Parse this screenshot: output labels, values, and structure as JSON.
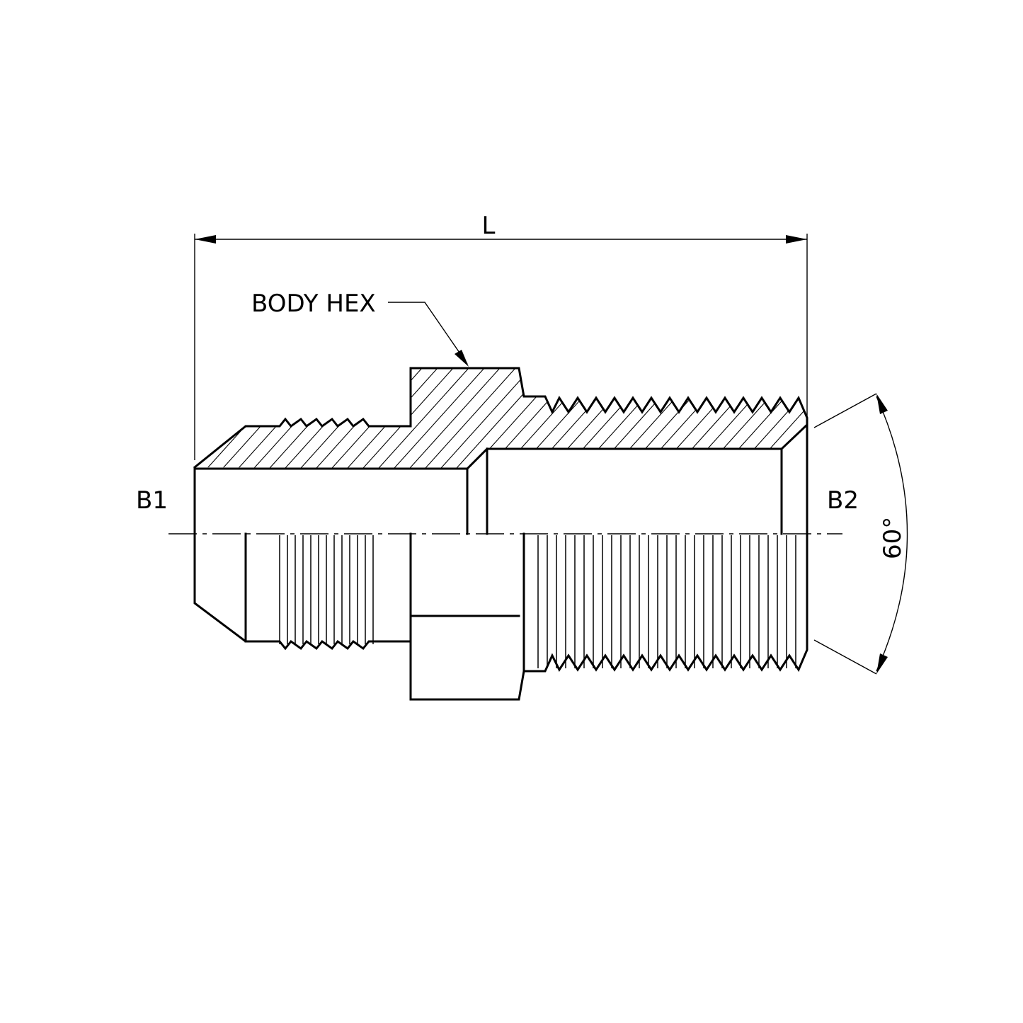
{
  "labels": {
    "length": "L",
    "body_hex": "BODY HEX",
    "end_1": "B1",
    "end_2": "B2",
    "angle": "60°"
  },
  "colors": {
    "line": "#000000",
    "background": "#ffffff"
  }
}
